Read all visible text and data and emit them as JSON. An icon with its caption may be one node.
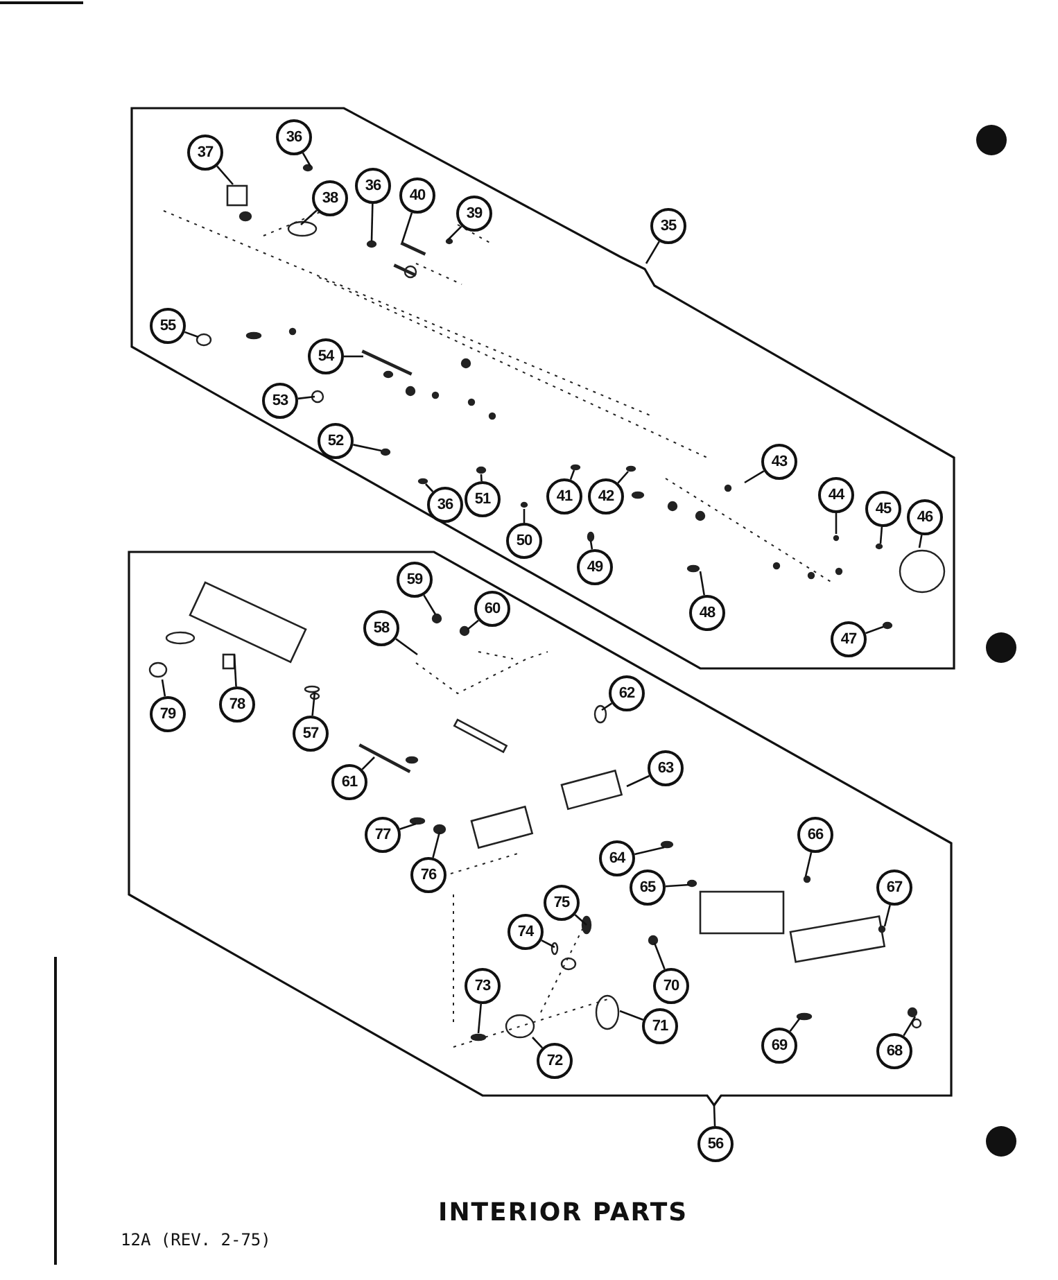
{
  "diagram": {
    "title": "INTERIOR PARTS",
    "nodes": [
      {
        "text": [],
        "shape": "box"
      },
      {
        "text": [
          "37"
        ],
        "in": 0
      },
      {
        "text": [
          "36"
        ],
        "in": 0
      },
      {
        "text": [
          "38"
        ],
        "in": 0
      },
      {
        "text": [
          "36"
        ],
        "in": 0
      },
      {
        "text": [
          "40"
        ],
        "in": 0
      },
      {
        "text": [
          "39"
        ],
        "in": 0
      },
      {
        "text": [
          "35"
        ]
      },
      {
        "text": [
          "55"
        ],
        "in": 0
      },
      {
        "text": [
          "54"
        ],
        "in": 0
      },
      {
        "text": [
          "53"
        ],
        "in": 0
      },
      {
        "text": [
          "52"
        ],
        "in": 0
      },
      {
        "text": [
          "43"
        ],
        "in": 0
      },
      {
        "text": [
          "36"
        ],
        "in": 0
      },
      {
        "text": [
          "51"
        ],
        "in": 0
      },
      {
        "text": [
          "41"
        ],
        "in": 0
      },
      {
        "text": [
          "42"
        ],
        "in": 0
      },
      {
        "text": [
          "44"
        ],
        "in": 0
      },
      {
        "text": [
          "45"
        ],
        "in": 0
      },
      {
        "text": [
          "46"
        ],
        "in": 0
      },
      {
        "text": [
          "50"
        ],
        "in": 0
      },
      {
        "text": [
          "49"
        ],
        "in": 0
      },
      {
        "text": [
          "48"
        ],
        "in": 0
      },
      {
        "text": [
          "47"
        ],
        "in": 0
      },
      {
        "text": [],
        "shape": "box"
      },
      {
        "text": [
          "59"
        ],
        "in": 24
      },
      {
        "text": [
          "60"
        ],
        "in": 24
      },
      {
        "text": [
          "58"
        ],
        "in": 24
      },
      {
        "text": [
          "62"
        ],
        "in": 24
      },
      {
        "text": [
          "78"
        ],
        "in": 24
      },
      {
        "text": [
          "79"
        ],
        "in": 24
      },
      {
        "text": [
          "57"
        ],
        "in": 24
      },
      {
        "text": [
          "63"
        ],
        "in": 24
      },
      {
        "text": [
          "61"
        ],
        "in": 24
      },
      {
        "text": [
          "77"
        ],
        "in": 24
      },
      {
        "text": [
          "66"
        ],
        "in": 24
      },
      {
        "text": [
          "64"
        ],
        "in": 24
      },
      {
        "text": [
          "76"
        ],
        "in": 24
      },
      {
        "text": [
          "65"
        ],
        "in": 24
      },
      {
        "text": [
          "67"
        ],
        "in": 24
      },
      {
        "text": [
          "75"
        ],
        "in": 24
      },
      {
        "text": [
          "74"
        ],
        "in": 24
      },
      {
        "text": [
          "70"
        ],
        "in": 24
      },
      {
        "text": [
          "73"
        ],
        "in": 24
      },
      {
        "text": [
          "71"
        ],
        "in": 24
      },
      {
        "text": [
          "69"
        ],
        "in": 24
      },
      {
        "text": [
          "68"
        ],
        "in": 24
      },
      {
        "text": [
          "72"
        ],
        "in": 24
      },
      {
        "text": [
          "56"
        ]
      }
    ],
    "edges": [
      {
        "from": 1,
        "to": null,
        "arrow": "none"
      },
      {
        "from": 2,
        "to": null,
        "arrow": "none"
      },
      {
        "from": 3,
        "to": null,
        "arrow": "none"
      },
      {
        "from": 4,
        "to": null,
        "arrow": "none"
      },
      {
        "from": 5,
        "to": null,
        "arrow": "none"
      },
      {
        "from": 6,
        "to": null,
        "arrow": "none"
      },
      {
        "from": 7,
        "to": 0,
        "arrow": "none"
      },
      {
        "from": 8,
        "to": null,
        "arrow": "none"
      },
      {
        "from": 9,
        "to": null,
        "arrow": "none"
      },
      {
        "from": 10,
        "to": null,
        "arrow": "none"
      },
      {
        "from": 11,
        "to": null,
        "arrow": "none"
      },
      {
        "from": 12,
        "to": null,
        "arrow": "none"
      },
      {
        "from": 13,
        "to": null,
        "arrow": "none"
      },
      {
        "from": 14,
        "to": null,
        "arrow": "none"
      },
      {
        "from": 15,
        "to": null,
        "arrow": "none"
      },
      {
        "from": 16,
        "to": null,
        "arrow": "none"
      },
      {
        "from": 17,
        "to": null,
        "arrow": "none"
      },
      {
        "from": 18,
        "to": null,
        "arrow": "none"
      },
      {
        "from": 19,
        "to": null,
        "arrow": "none"
      },
      {
        "from": 20,
        "to": null,
        "arrow": "none"
      },
      {
        "from": 21,
        "to": null,
        "arrow": "none"
      },
      {
        "from": 22,
        "to": null,
        "arrow": "none"
      },
      {
        "from": 23,
        "to": null,
        "arrow": "none"
      },
      {
        "from": 25,
        "to": null,
        "arrow": "none"
      },
      {
        "from": 26,
        "to": null,
        "arrow": "none"
      },
      {
        "from": 27,
        "to": null,
        "arrow": "none"
      },
      {
        "from": 28,
        "to": null,
        "arrow": "none"
      },
      {
        "from": 29,
        "to": null,
        "arrow": "none"
      },
      {
        "from": 30,
        "to": null,
        "arrow": "none"
      },
      {
        "from": 31,
        "to": null,
        "arrow": "none"
      },
      {
        "from": 32,
        "to": null,
        "arrow": "none"
      },
      {
        "from": 33,
        "to": null,
        "arrow": "none"
      },
      {
        "from": 34,
        "to": null,
        "arrow": "none"
      },
      {
        "from": 35,
        "to": null,
        "arrow": "none"
      },
      {
        "from": 36,
        "to": null,
        "arrow": "none"
      },
      {
        "from": 37,
        "to": null,
        "arrow": "none"
      },
      {
        "from": 38,
        "to": null,
        "arrow": "none"
      },
      {
        "from": 39,
        "to": null,
        "arrow": "none"
      },
      {
        "from": 40,
        "to": null,
        "arrow": "none"
      },
      {
        "from": 41,
        "to": null,
        "arrow": "none"
      },
      {
        "from": 42,
        "to": null,
        "arrow": "none"
      },
      {
        "from": 43,
        "to": null,
        "arrow": "none"
      },
      {
        "from": 44,
        "to": null,
        "arrow": "none"
      },
      {
        "from": 45,
        "to": null,
        "arrow": "none"
      },
      {
        "from": 46,
        "to": null,
        "arrow": "none"
      },
      {
        "from": 47,
        "to": null,
        "arrow": "none"
      },
      {
        "from": 48,
        "to": 24,
        "arrow": "none"
      }
    ],
    "labels": [
      "12A (REV. 2-75)"
    ]
  }
}
